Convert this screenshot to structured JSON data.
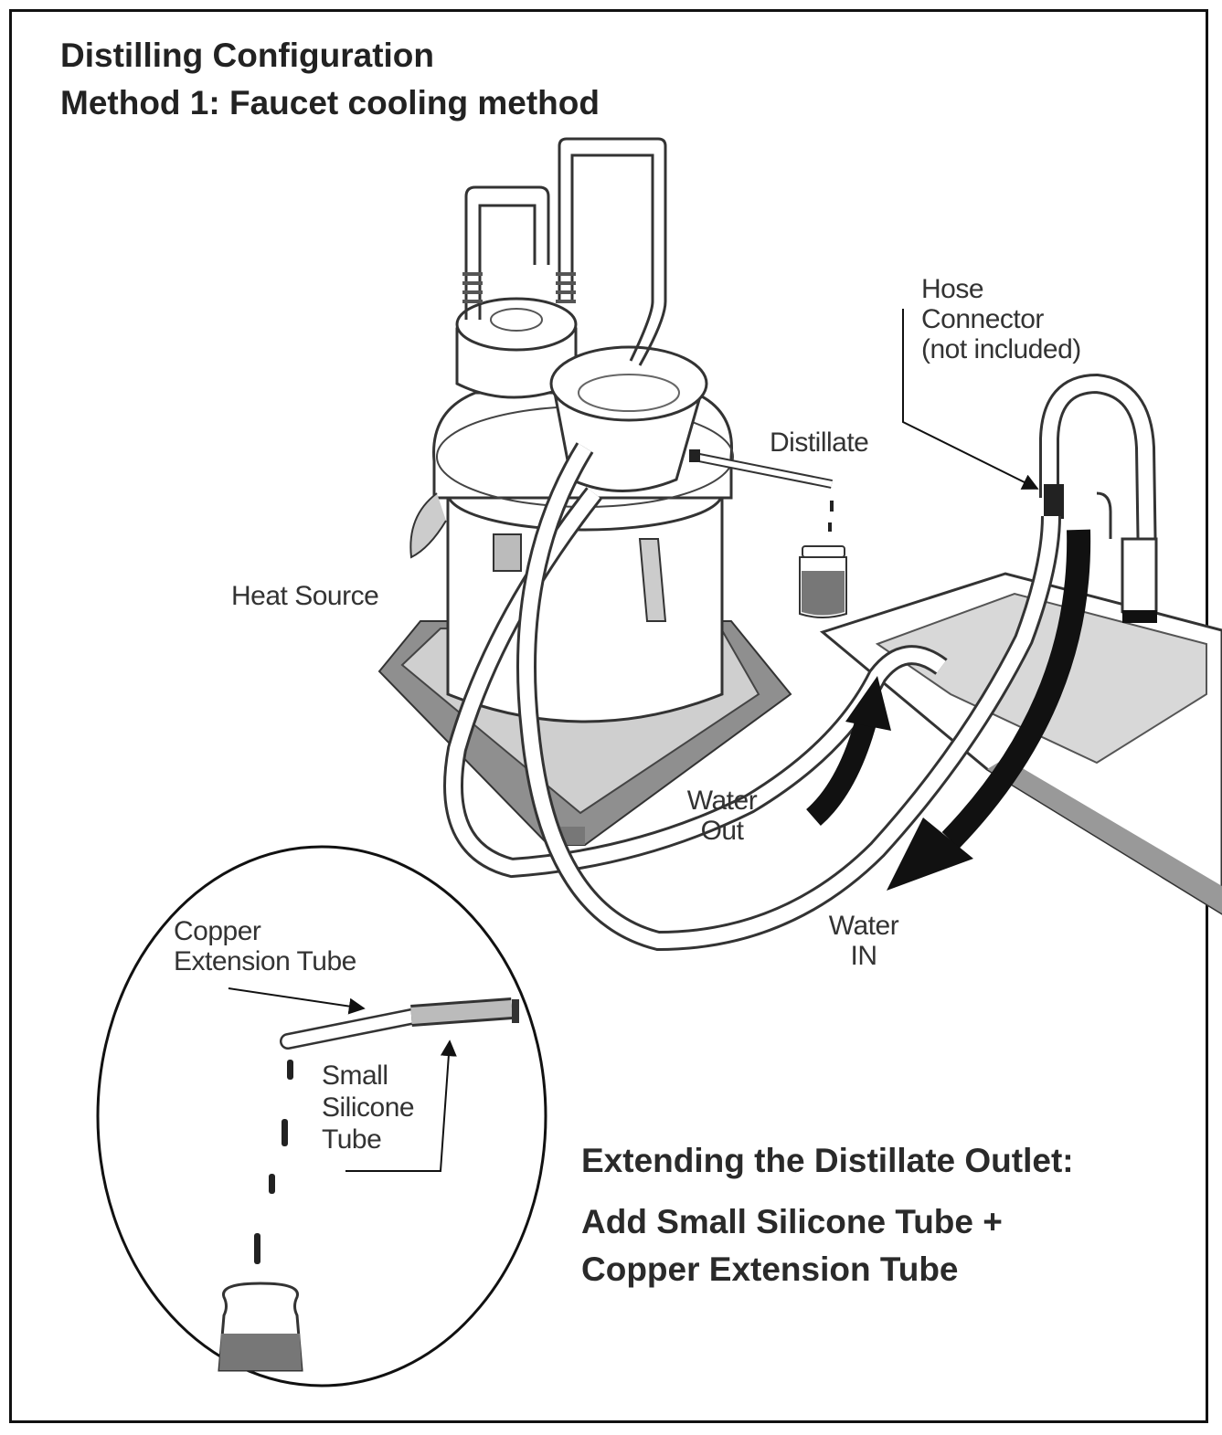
{
  "title": {
    "line1": "Distilling Configuration",
    "line2": "Method 1: Faucet cooling method"
  },
  "labels": {
    "hose_connector": [
      "Hose",
      "Connector",
      "(not included)"
    ],
    "distillate": "Distillate",
    "heat_source": "Heat Source",
    "water_out": [
      "Water",
      "Out"
    ],
    "water_in": [
      "Water",
      "IN"
    ],
    "copper_tube": [
      "Copper",
      "Extension Tube"
    ],
    "small_silicone": [
      "Small",
      "Silicone",
      "Tube"
    ]
  },
  "note": {
    "heading": "Extending the Distillate Outlet:",
    "line1": "Add Small Silicone Tube +",
    "line2": "Copper Extension Tube"
  }
}
